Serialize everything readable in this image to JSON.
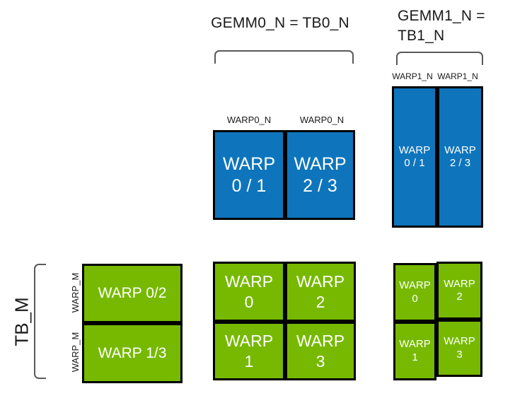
{
  "colors": {
    "blue": "#0e75bd",
    "green": "#76b900",
    "border": "#000000",
    "bracket": "#595959",
    "text-dark": "#1a1a1a",
    "text-light": "#ffffff"
  },
  "headers": {
    "gemm0": "GEMM0_N = TB0_N",
    "gemm1_line1": "GEMM1_N =",
    "gemm1_line2": "TB1_N"
  },
  "side_labels": {
    "tb_m": "TB_M",
    "warp_m_top": "WARP_M",
    "warp_m_bottom": "WARP_M"
  },
  "column_labels": {
    "warp0_n_left": "WARP0_N",
    "warp0_n_right": "WARP0_N",
    "warp1_n_left": "WARP1_N",
    "warp1_n_right": "WARP1_N"
  },
  "blue_wide": {
    "left": {
      "line1": "WARP",
      "line2": "0 / 1"
    },
    "right": {
      "line1": "WARP",
      "line2": "2 / 3"
    }
  },
  "blue_tall": {
    "left": {
      "line1": "WARP",
      "line2": "0 / 1"
    },
    "right": {
      "line1": "WARP",
      "line2": "2 / 3"
    }
  },
  "green_left": {
    "top": "WARP 0/2",
    "bottom": "WARP 1/3"
  },
  "green_mid": {
    "warp0": {
      "line1": "WARP",
      "line2": "0"
    },
    "warp2": {
      "line1": "WARP",
      "line2": "2"
    },
    "warp1": {
      "line1": "WARP",
      "line2": "1"
    },
    "warp3": {
      "line1": "WARP",
      "line2": "3"
    }
  },
  "green_right": {
    "warp0": {
      "line1": "WARP",
      "line2": "0"
    },
    "warp2": {
      "line1": "WARP",
      "line2": "2"
    },
    "warp1": {
      "line1": "WARP",
      "line2": "1"
    },
    "warp3": {
      "line1": "WARP",
      "line2": "3"
    }
  }
}
